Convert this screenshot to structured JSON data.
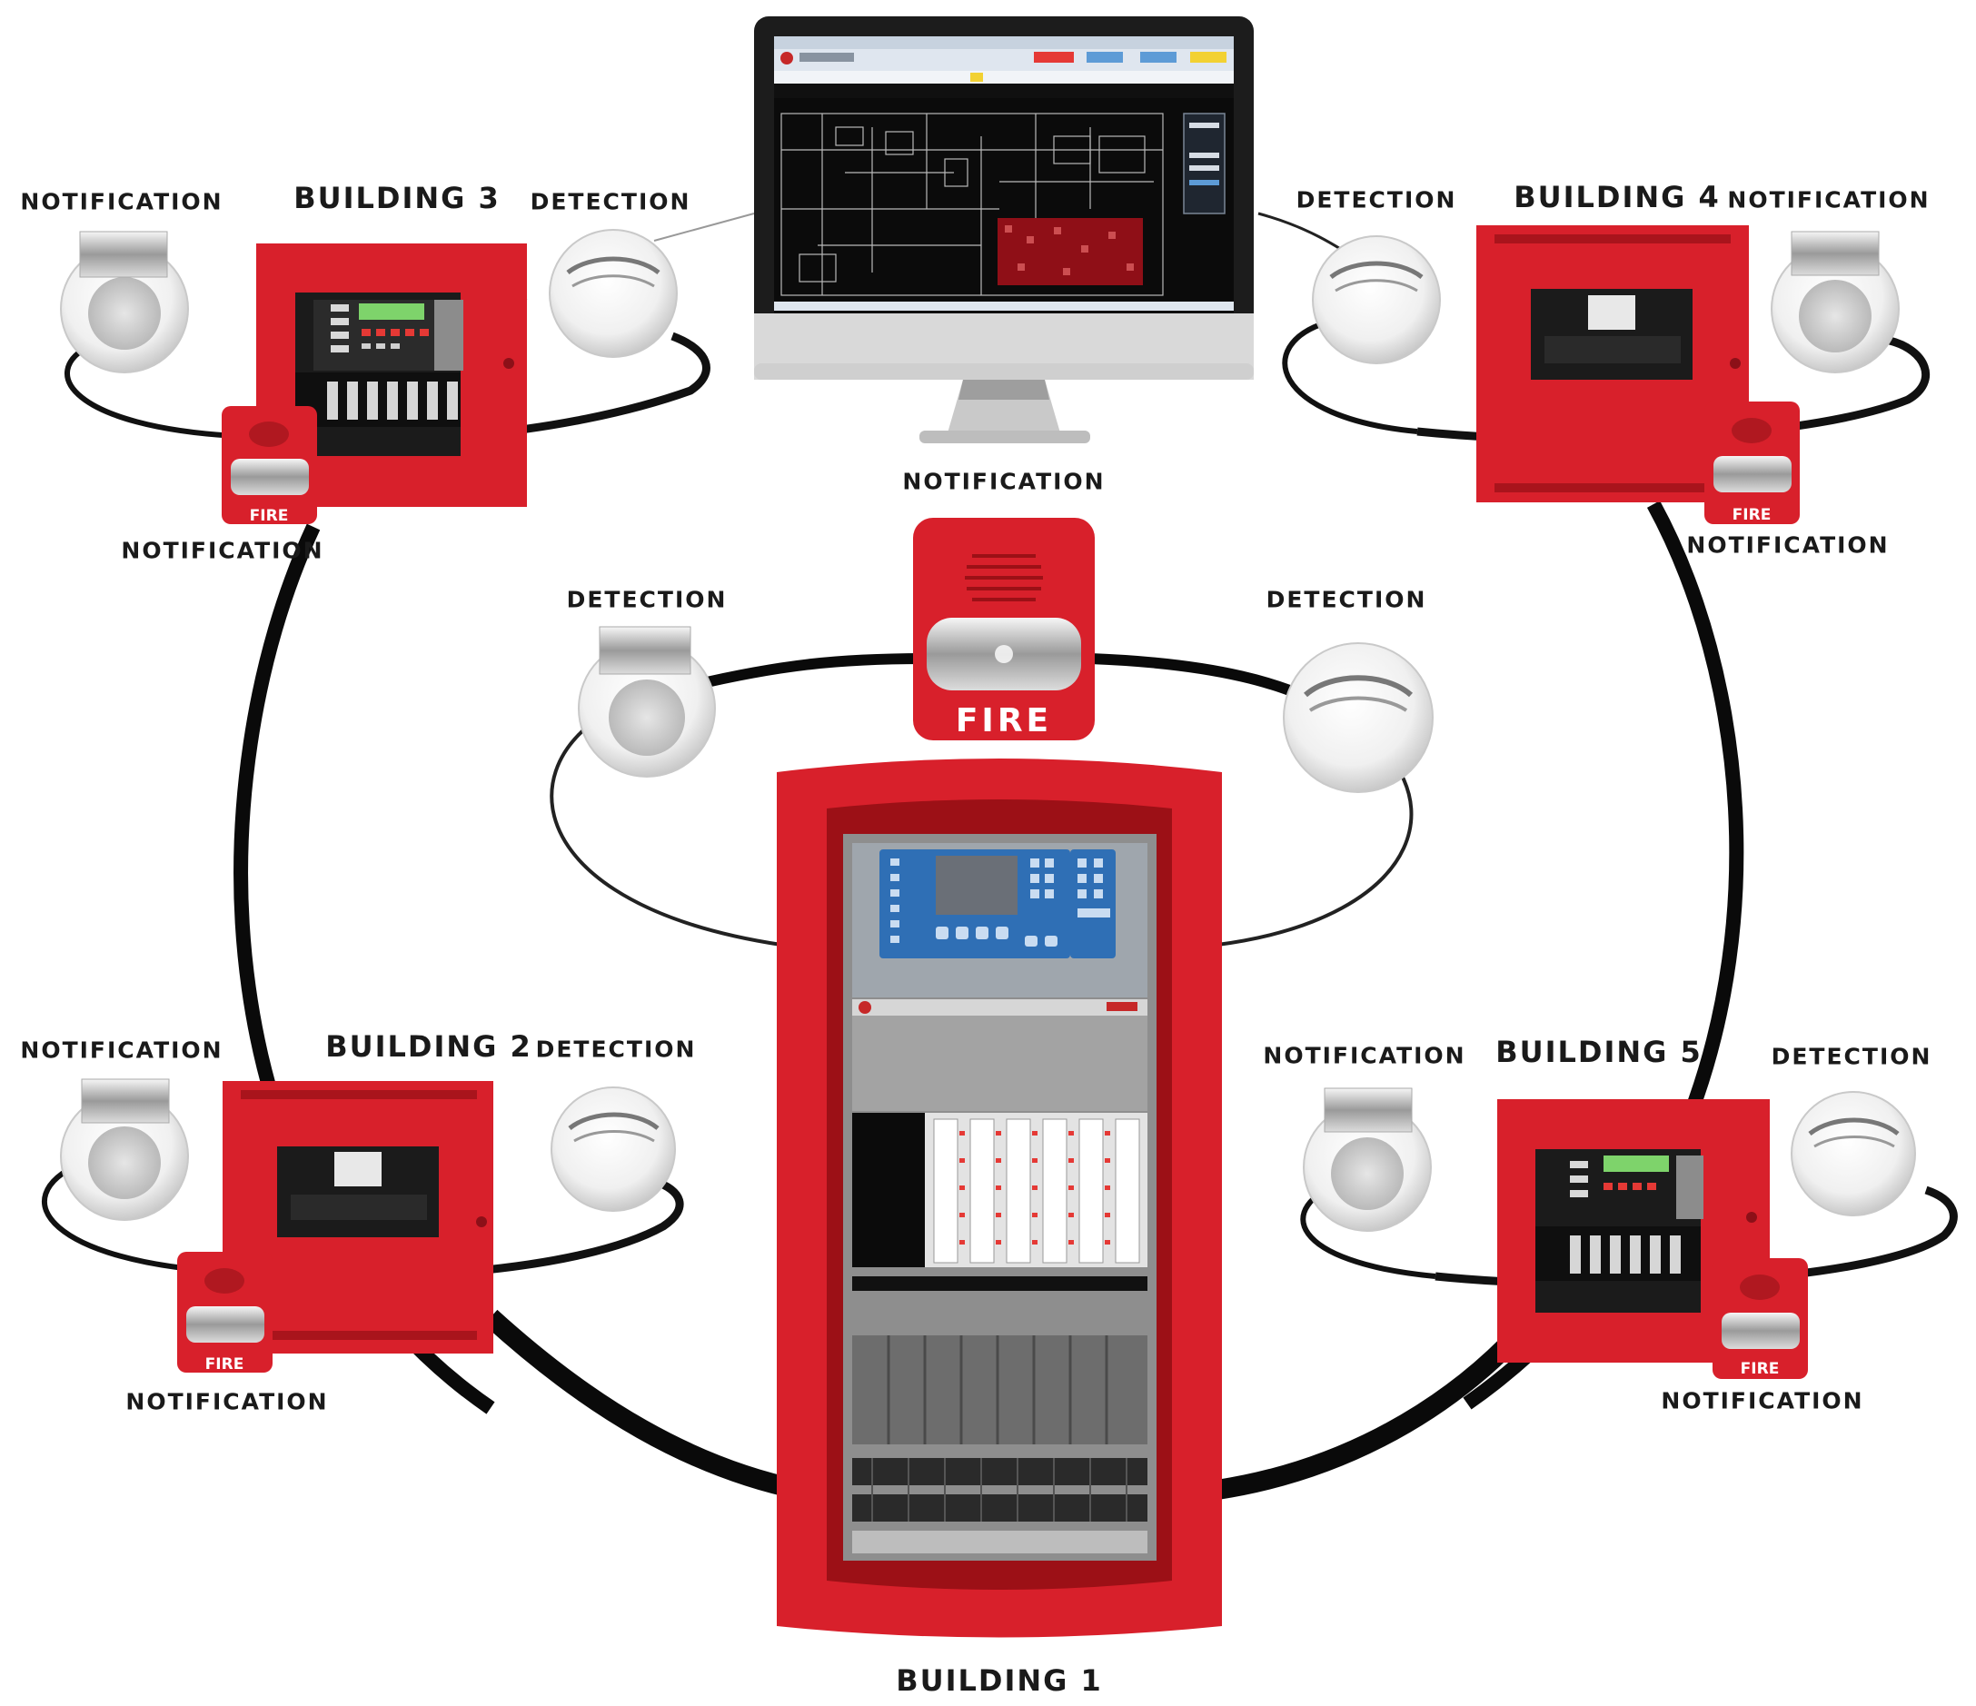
{
  "labels": {
    "building_1": "BUILDING 1",
    "building_2": "BUILDING 2",
    "building_3": "BUILDING 3",
    "building_4": "BUILDING 4",
    "building_5": "BUILDING 5",
    "b3_notification_top": "NOTIFICATION",
    "b3_detection": "DETECTION",
    "b3_notification_bottom": "NOTIFICATION",
    "b4_detection": "DETECTION",
    "b4_notification_top": "NOTIFICATION",
    "b4_notification_bottom": "NOTIFICATION",
    "b2_notification_top": "NOTIFICATION",
    "b2_detection": "DETECTION",
    "b2_notification_bottom": "NOTIFICATION",
    "b5_notification_top": "NOTIFICATION",
    "b5_detection": "DETECTION",
    "b5_notification_bottom": "NOTIFICATION",
    "b1_notification": "NOTIFICATION",
    "b1_detection_left": "DETECTION",
    "b1_detection_right": "DETECTION"
  },
  "device_text": {
    "strobe_fire": "FIRE"
  },
  "colors": {
    "panel_red": "#d8202b",
    "panel_dark_red": "#9c1016",
    "network_line": "#0a0a0a",
    "panel_black": "#1b1b1b"
  },
  "icons": [
    "monitor",
    "fire-panel",
    "smoke-detector",
    "speaker-strobe",
    "horn-strobe"
  ]
}
